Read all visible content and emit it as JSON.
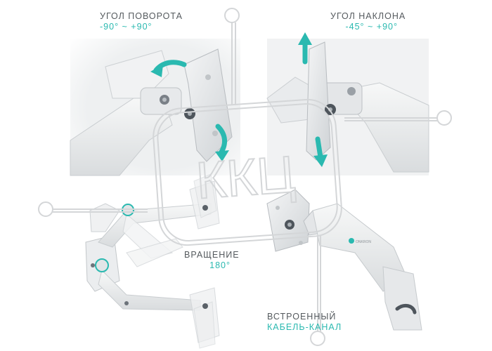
{
  "features": {
    "swivel": {
      "title": "УГОЛ ПОВОРОТА",
      "value": "-90° ~ +90°"
    },
    "tilt": {
      "title": "УГОЛ НАКЛОНА",
      "value": "-45° ~ +90°"
    },
    "rotation": {
      "title": "ВРАЩЕНИЕ",
      "value": "180°"
    },
    "cable": {
      "title": "ВСТРОЕННЫЙ",
      "value": "КАБЕЛЬ-КАНАЛ"
    }
  },
  "watermark": {
    "text": "ККЦ"
  },
  "brand": {
    "text": "ONKRON"
  },
  "colors": {
    "accent": "#2ab9b0",
    "label_text": "#555a5e",
    "panel_background": "#f3f4f5",
    "arm_white": "#eceeef",
    "watermark_gray": "#d4d6d8"
  }
}
